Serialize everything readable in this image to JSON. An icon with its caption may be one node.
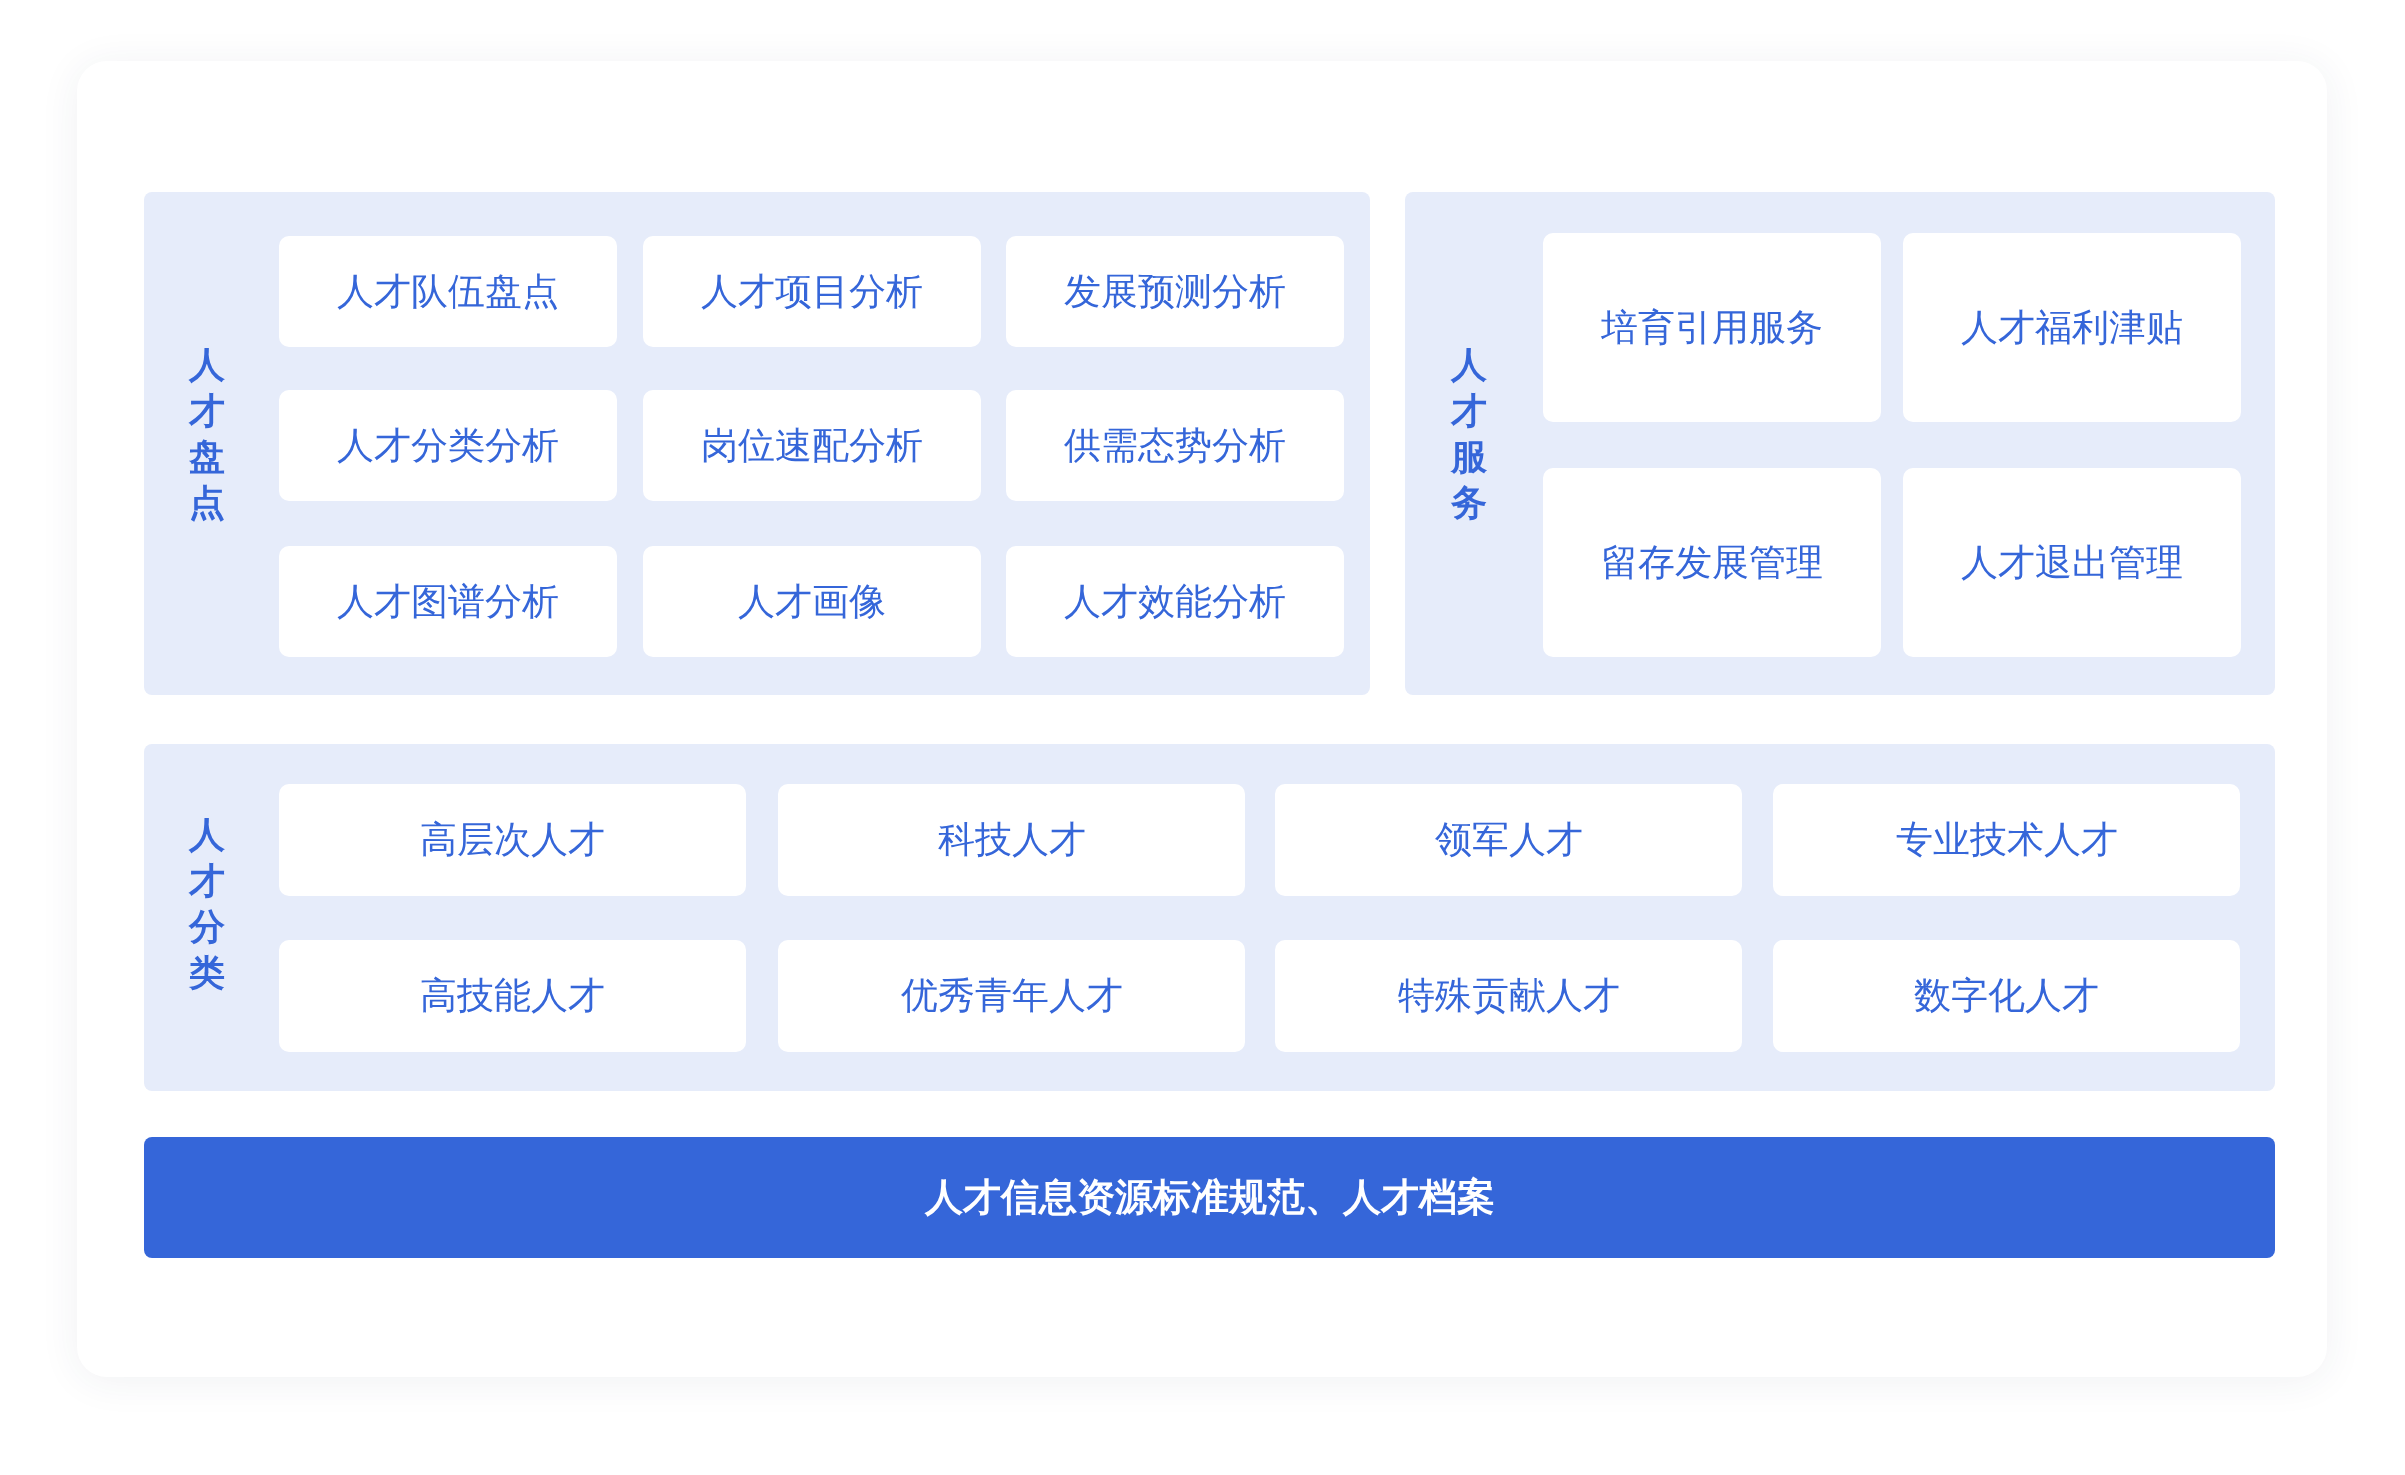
{
  "diagram": {
    "nodes": [
      {
        "text": [
          "人才盘点"
        ]
      },
      {
        "text": [
          "人才队伍盘点"
        ],
        "in": 0
      },
      {
        "text": [
          "人才项目分析"
        ],
        "in": 0
      },
      {
        "text": [
          "发展预测分析"
        ],
        "in": 0
      },
      {
        "text": [
          "人才分类分析"
        ],
        "in": 0
      },
      {
        "text": [
          "岗位速配分析"
        ],
        "in": 0
      },
      {
        "text": [
          "供需态势分析"
        ],
        "in": 0
      },
      {
        "text": [
          "人才图谱分析"
        ],
        "in": 0
      },
      {
        "text": [
          "人才画像"
        ],
        "in": 0
      },
      {
        "text": [
          "人才效能分析"
        ],
        "in": 0
      },
      {
        "text": [
          "人才服务"
        ]
      },
      {
        "text": [
          "培育引用服务"
        ],
        "in": 10
      },
      {
        "text": [
          "人才福利津贴"
        ],
        "in": 10
      },
      {
        "text": [
          "留存发展管理"
        ],
        "in": 10
      },
      {
        "text": [
          "人才退出管理"
        ],
        "in": 10
      },
      {
        "text": [
          "人才分类"
        ]
      },
      {
        "text": [
          "高层次人才"
        ],
        "in": 15
      },
      {
        "text": [
          "科技人才"
        ],
        "in": 15
      },
      {
        "text": [
          "领军人才"
        ],
        "in": 15
      },
      {
        "text": [
          "专业技术人才"
        ],
        "in": 15
      },
      {
        "text": [
          "高技能人才"
        ],
        "in": 15
      },
      {
        "text": [
          "优秀青年人才"
        ],
        "in": 15
      },
      {
        "text": [
          "特殊贡献人才"
        ],
        "in": 15
      },
      {
        "text": [
          "数字化人才"
        ],
        "in": 15
      },
      {
        "text": [
          "人才信息资源标准规范、人才档案"
        ]
      }
    ]
  }
}
